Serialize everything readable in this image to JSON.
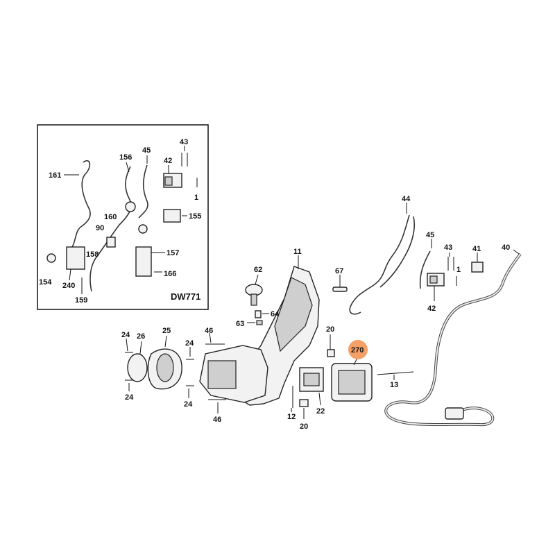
{
  "inset": {
    "model_label": "DW771",
    "labels": {
      "p161": "161",
      "p156": "156",
      "p45": "45",
      "p43": "43",
      "p42": "42",
      "p1": "1",
      "p160": "160",
      "p90": "90",
      "p155": "155",
      "p158": "158",
      "p157": "157",
      "p154": "154",
      "p240": "240",
      "p159": "159",
      "p166": "166"
    }
  },
  "main": {
    "labels": {
      "p44": "44",
      "p45": "45",
      "p43": "43",
      "p41": "41",
      "p40": "40",
      "p1": "1",
      "p42": "42",
      "p11": "11",
      "p62": "62",
      "p67": "67",
      "p64": "64",
      "p63": "63",
      "p20a": "20",
      "p270": "270",
      "p24a": "24",
      "p26": "26",
      "p25": "25",
      "p46a": "46",
      "p24b": "24",
      "p13": "13",
      "p24c": "24",
      "p24d": "24",
      "p12": "12",
      "p22": "22",
      "p20b": "20",
      "p46b": "46"
    },
    "highlight_color": "#f5a066"
  }
}
